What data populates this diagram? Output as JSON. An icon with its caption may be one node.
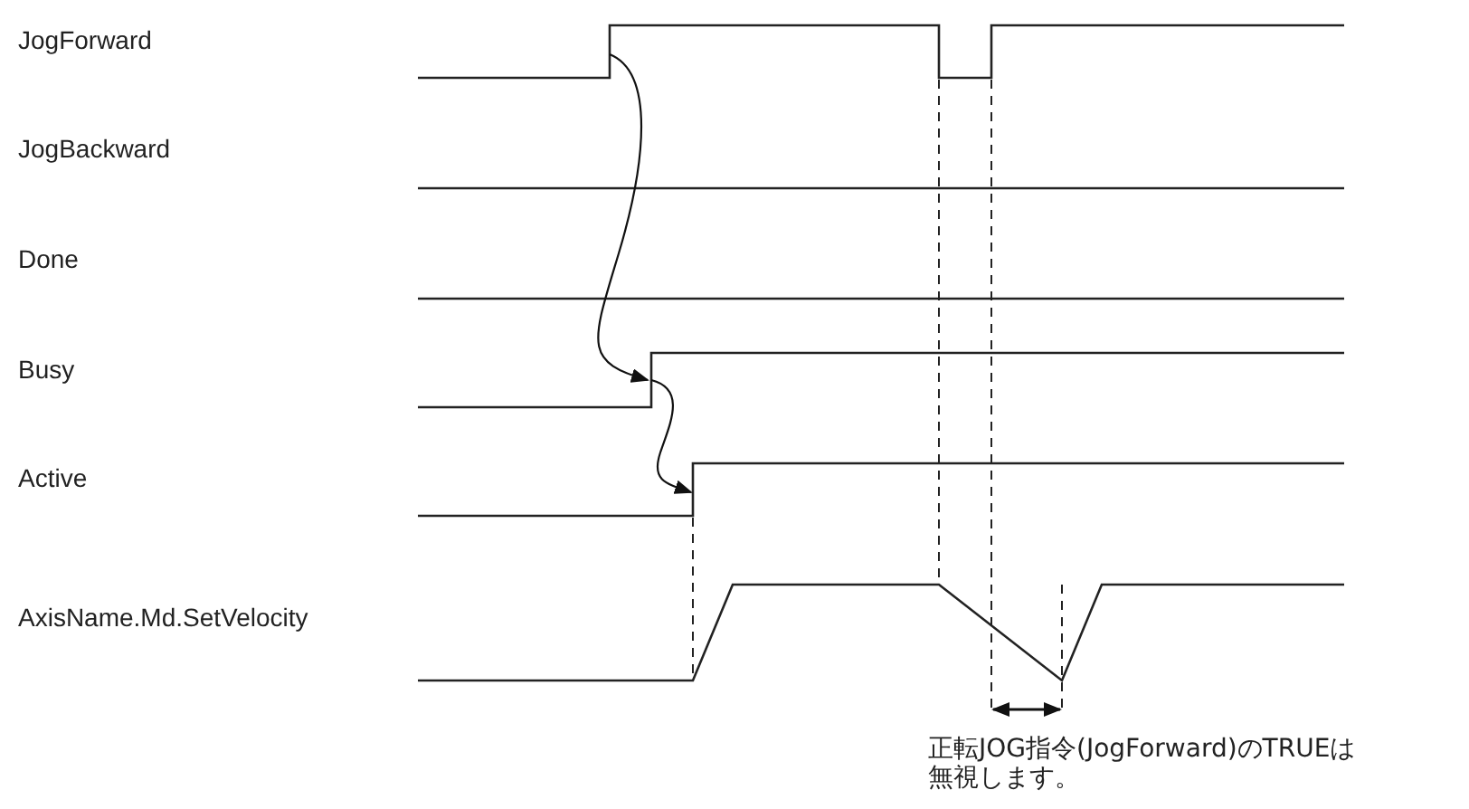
{
  "diagram": {
    "nodes": [
      {
        "text": [
          "JogForward"
        ]
      },
      {
        "text": [
          "JogBackward"
        ]
      },
      {
        "text": [
          "Done"
        ]
      },
      {
        "text": [
          "Busy"
        ]
      },
      {
        "text": [
          "Active"
        ]
      },
      {
        "text": [
          "AxisName.Md.SetVelocity"
        ]
      }
    ],
    "edges": [
      {
        "from": 0,
        "to": 3,
        "arrow": "to"
      },
      {
        "from": 3,
        "to": 4,
        "arrow": "to"
      }
    ],
    "labels": [
      "正転JOG指令(JogForward)のTRUEは無視します。"
    ]
  }
}
